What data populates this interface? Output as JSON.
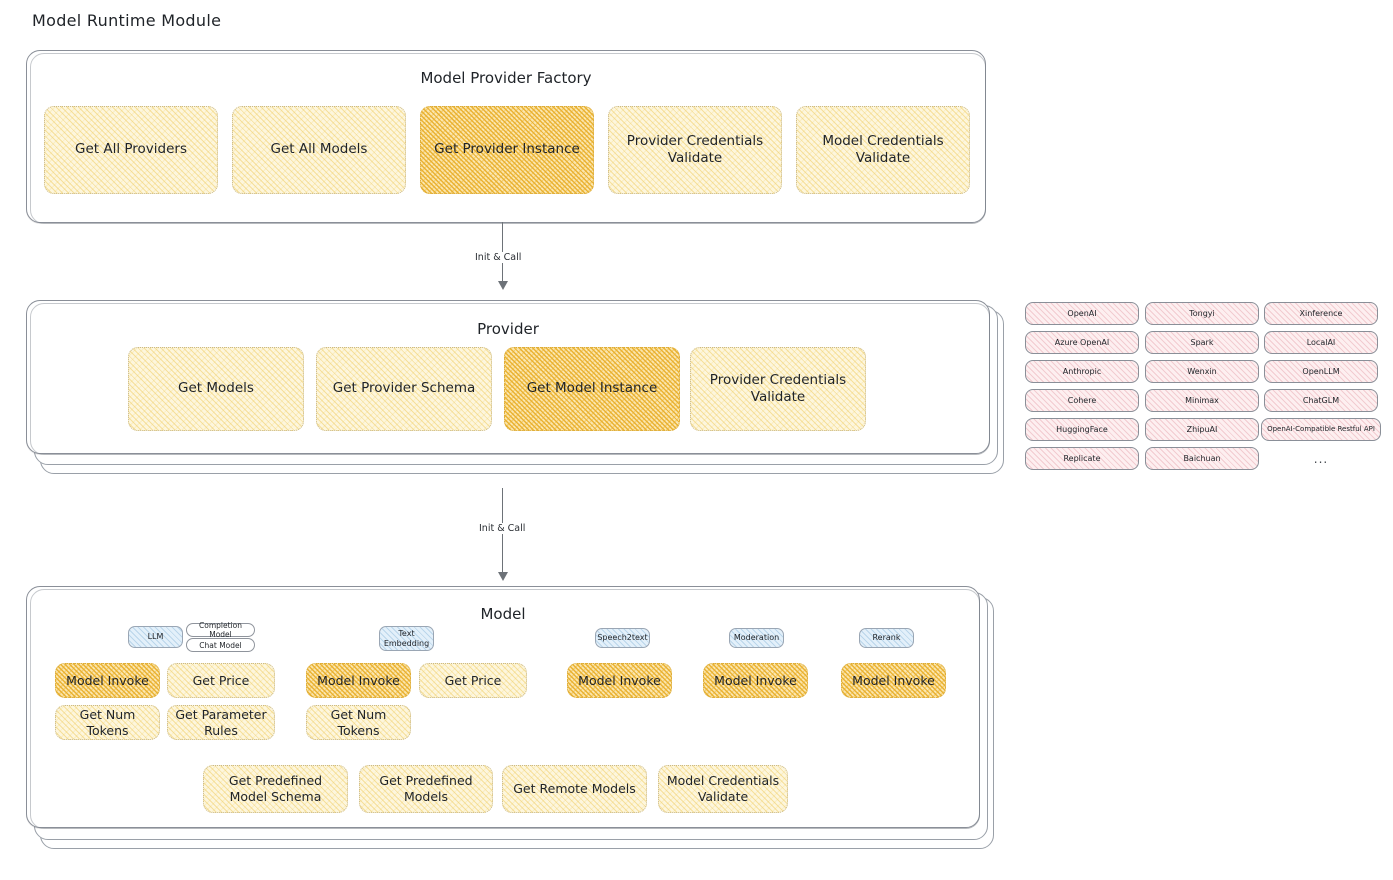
{
  "page": {
    "title": "Model Runtime Module"
  },
  "factory": {
    "label": "Model Provider Factory",
    "nodes": [
      {
        "label": "Get All Providers",
        "highlight": false
      },
      {
        "label": "Get All Models",
        "highlight": false
      },
      {
        "label": "Get Provider Instance",
        "highlight": true
      },
      {
        "label": "Provider Credentials Validate",
        "highlight": false
      },
      {
        "label": "Model Credentials Validate",
        "highlight": false
      }
    ]
  },
  "arrows": [
    {
      "label": "Init & Call"
    },
    {
      "label": "Init & Call"
    }
  ],
  "provider": {
    "label": "Provider",
    "nodes": [
      {
        "label": "Get Models",
        "highlight": false
      },
      {
        "label": "Get Provider Schema",
        "highlight": false
      },
      {
        "label": "Get Model Instance",
        "highlight": true
      },
      {
        "label": "Provider Credentials Validate",
        "highlight": false
      }
    ]
  },
  "provider_list": {
    "column1": [
      "OpenAI",
      "Azure OpenAI",
      "Anthropic",
      "Cohere",
      "HuggingFace",
      "Replicate"
    ],
    "column2": [
      "Tongyi",
      "Spark",
      "Wenxin",
      "Minimax",
      "ZhipuAI",
      "Baichuan"
    ],
    "column3": [
      "Xinference",
      "LocalAI",
      "OpenLLM",
      "ChatGLM",
      "OpenAI-Compatible Restful API"
    ],
    "more": "..."
  },
  "model": {
    "label": "Model",
    "more": "...",
    "types": [
      {
        "name": "LLM",
        "subtypes": [
          "Completion Model",
          "Chat Model"
        ],
        "nodes": [
          {
            "label": "Model Invoke",
            "highlight": true
          },
          {
            "label": "Get Price",
            "highlight": false
          },
          {
            "label": "Get Num Tokens",
            "highlight": false
          },
          {
            "label": "Get Parameter Rules",
            "highlight": false
          }
        ]
      },
      {
        "name": "Text Embedding",
        "subtypes": [],
        "nodes": [
          {
            "label": "Model Invoke",
            "highlight": true
          },
          {
            "label": "Get Price",
            "highlight": false
          },
          {
            "label": "Get Num Tokens",
            "highlight": false
          }
        ]
      },
      {
        "name": "Speech2text",
        "subtypes": [],
        "nodes": [
          {
            "label": "Model Invoke",
            "highlight": true
          }
        ]
      },
      {
        "name": "Moderation",
        "subtypes": [],
        "nodes": [
          {
            "label": "Model Invoke",
            "highlight": true
          }
        ]
      },
      {
        "name": "Rerank",
        "subtypes": [],
        "nodes": [
          {
            "label": "Model Invoke",
            "highlight": true
          }
        ]
      }
    ],
    "shared_nodes": [
      {
        "label": "Get Predefined Model Schema"
      },
      {
        "label": "Get Predefined Models"
      },
      {
        "label": "Get Remote Models"
      },
      {
        "label": "Model Credentials Validate"
      }
    ]
  },
  "colors": {
    "node_fill": "#fdf6dd",
    "node_highlight_fill": "#fbe6ae",
    "node_border": "#c9b98a",
    "chip_blue_fill": "#e3f0fa",
    "chip_pink_fill": "#fdeff0",
    "panel_border": "#8a8f98",
    "arrow": "#6d7278"
  }
}
